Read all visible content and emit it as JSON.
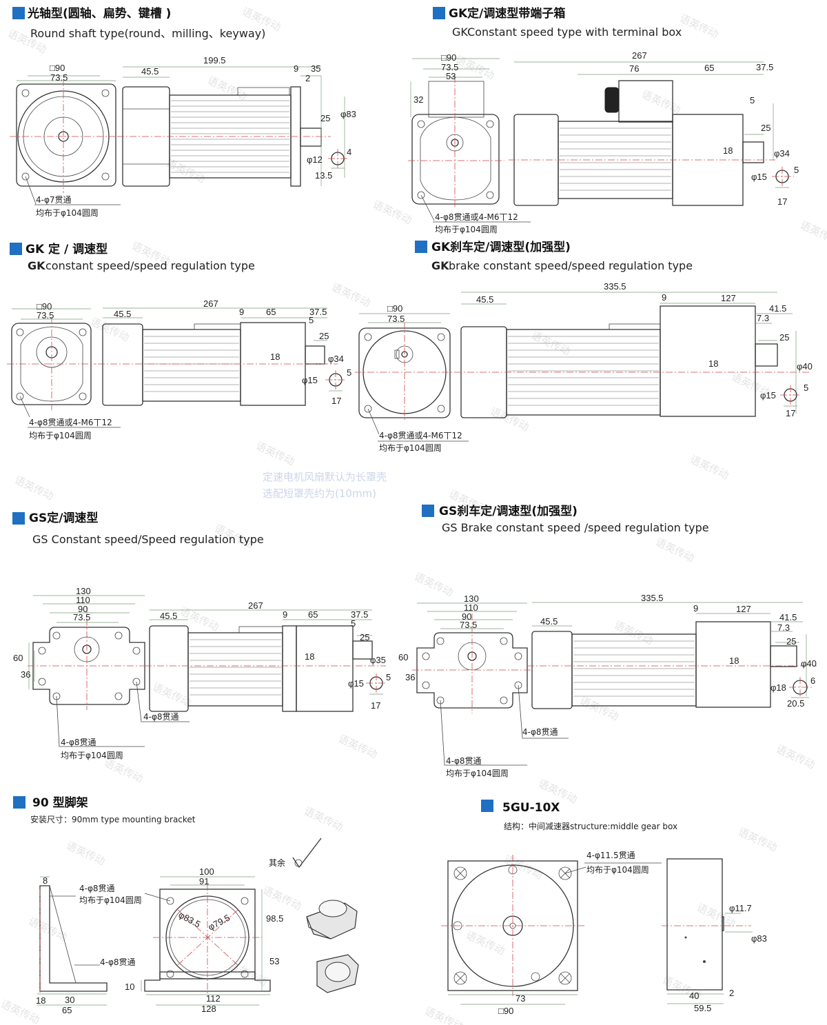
{
  "colors": {
    "accent": "#1f6fc2",
    "outline": "#333333",
    "centerline": "#d04545",
    "watermark": "#6a6a6a"
  },
  "watermark_text": "语英传动",
  "caption": {
    "line1": "定速电机风扇默认为长罩壳",
    "line2": "选配短罩壳约为(10mm)"
  },
  "sections": {
    "round": {
      "title": "光轴型(圆轴、扁势、键槽 )",
      "subtitle": "Round shaft type(round、milling、keyway)",
      "dims": [
        "□90",
        "73.5",
        "45.5",
        "199.5",
        "9",
        "35",
        "2",
        "25",
        "φ83",
        "φ12",
        "4",
        "13.5"
      ],
      "note1": "4-φ7贯通",
      "note2": "均布于φ104圆周"
    },
    "gk_terminal": {
      "title": "GK定/调速型带端子箱",
      "subtitle": "GKConstant speed type with terminal box",
      "dims": [
        "□90",
        "73.5",
        "53",
        "32",
        "267",
        "76",
        "65",
        "37.5",
        "5",
        "25",
        "18",
        "φ34",
        "5",
        "φ15",
        "17"
      ],
      "note1": "4-φ8贯通或4-M6丅12",
      "note2": "均布于φ104圆周"
    },
    "gk": {
      "title": "GK 定 / 调速型",
      "subtitle_bold": "GK",
      "subtitle": "constant speed/speed regulation type",
      "dims": [
        "□90",
        "73.5",
        "45.5",
        "267",
        "9",
        "65",
        "37.5",
        "5",
        "25",
        "18",
        "φ34",
        "5",
        "φ15",
        "17"
      ],
      "note1": "4-φ8贯通或4-M6丅12",
      "note2": "均布于φ104圆周"
    },
    "gk_brake": {
      "title": "GK刹车定/调速型(加强型)",
      "subtitle_bold": "GK",
      "subtitle": "brake constant speed/speed regulation type",
      "dims": [
        "335.5",
        "45.5",
        "9",
        "127",
        "41.5",
        "7.3",
        "25",
        "□90",
        "73.5",
        "18",
        "φ40",
        "5",
        "φ15",
        "17"
      ],
      "note1": "4-φ8贯通或4-M6丅12",
      "note2": "均布于φ104圆周"
    },
    "gs": {
      "title": "GS定/调速型",
      "subtitle": "GS Constant speed/Speed regulation type",
      "dims": [
        "130",
        "110",
        "90",
        "73.5",
        "60",
        "36",
        "45.5",
        "267",
        "9",
        "65",
        "37.5",
        "5",
        "25",
        "18",
        "φ35",
        "5",
        "φ15",
        "17"
      ],
      "note_side": "4-φ8贯通",
      "note1": "4-φ8贯通",
      "note2": "均布于φ104圆周"
    },
    "gs_brake": {
      "title": "GS刹车定/调速型(加强型)",
      "subtitle": "GS Brake constant speed /speed regulation type",
      "dims": [
        "130",
        "110",
        "90",
        "73.5",
        "60",
        "36",
        "45.5",
        "335.5",
        "9",
        "127",
        "41.5",
        "7.3",
        "25",
        "18",
        "φ40",
        "6",
        "φ18",
        "20.5"
      ],
      "note_side": "4-φ8贯通",
      "note1": "4-φ8贯通",
      "note2": "均布于φ104圆周"
    },
    "bracket": {
      "title": "90 型脚架",
      "subtitle": "安装尺寸：90mm type mounting bracket",
      "dims": [
        "8",
        "18",
        "30",
        "65",
        "100",
        "91",
        "98.5",
        "53",
        "10",
        "112",
        "128"
      ],
      "circle_labels": [
        "φ83.5",
        "φ79.5"
      ],
      "note1": "4-φ8贯通",
      "note2": "均布于φ104圆周",
      "note3": "4-φ8贯通",
      "roughness": "其余"
    },
    "gu": {
      "title": "5GU-10X",
      "subtitle": "结构：中间减速器structure:middle gear box",
      "dims": [
        "73",
        "□90",
        "φ11.7",
        "φ83",
        "40",
        "2",
        "59.5"
      ],
      "note1": "4-φ11.5贯通",
      "note2": "均布于φ104圆周"
    }
  }
}
